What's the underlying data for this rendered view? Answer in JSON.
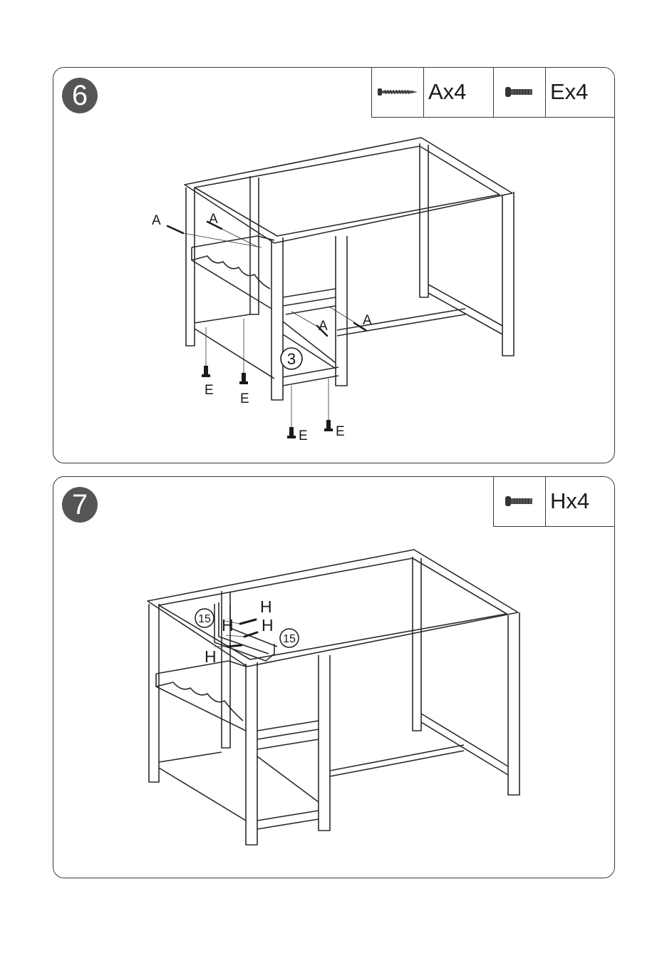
{
  "step6": {
    "badge": "6",
    "hardware": [
      {
        "icon": "wood-screw-icon",
        "label": "Ax4"
      },
      {
        "icon": "bolt-icon",
        "label": "Ex4"
      }
    ],
    "callouts": {
      "a1": "A",
      "a2": "A",
      "a3": "A",
      "a4": "A",
      "e1": "E",
      "e2": "E",
      "e3": "E",
      "e4": "E",
      "part": "3"
    }
  },
  "step7": {
    "badge": "7",
    "hardware": [
      {
        "icon": "bolt-icon",
        "label": "Hx4"
      }
    ],
    "callouts": {
      "h1": "H",
      "h2": "H",
      "h3": "H",
      "h4": "H",
      "part1": "15",
      "part2": "15"
    }
  }
}
